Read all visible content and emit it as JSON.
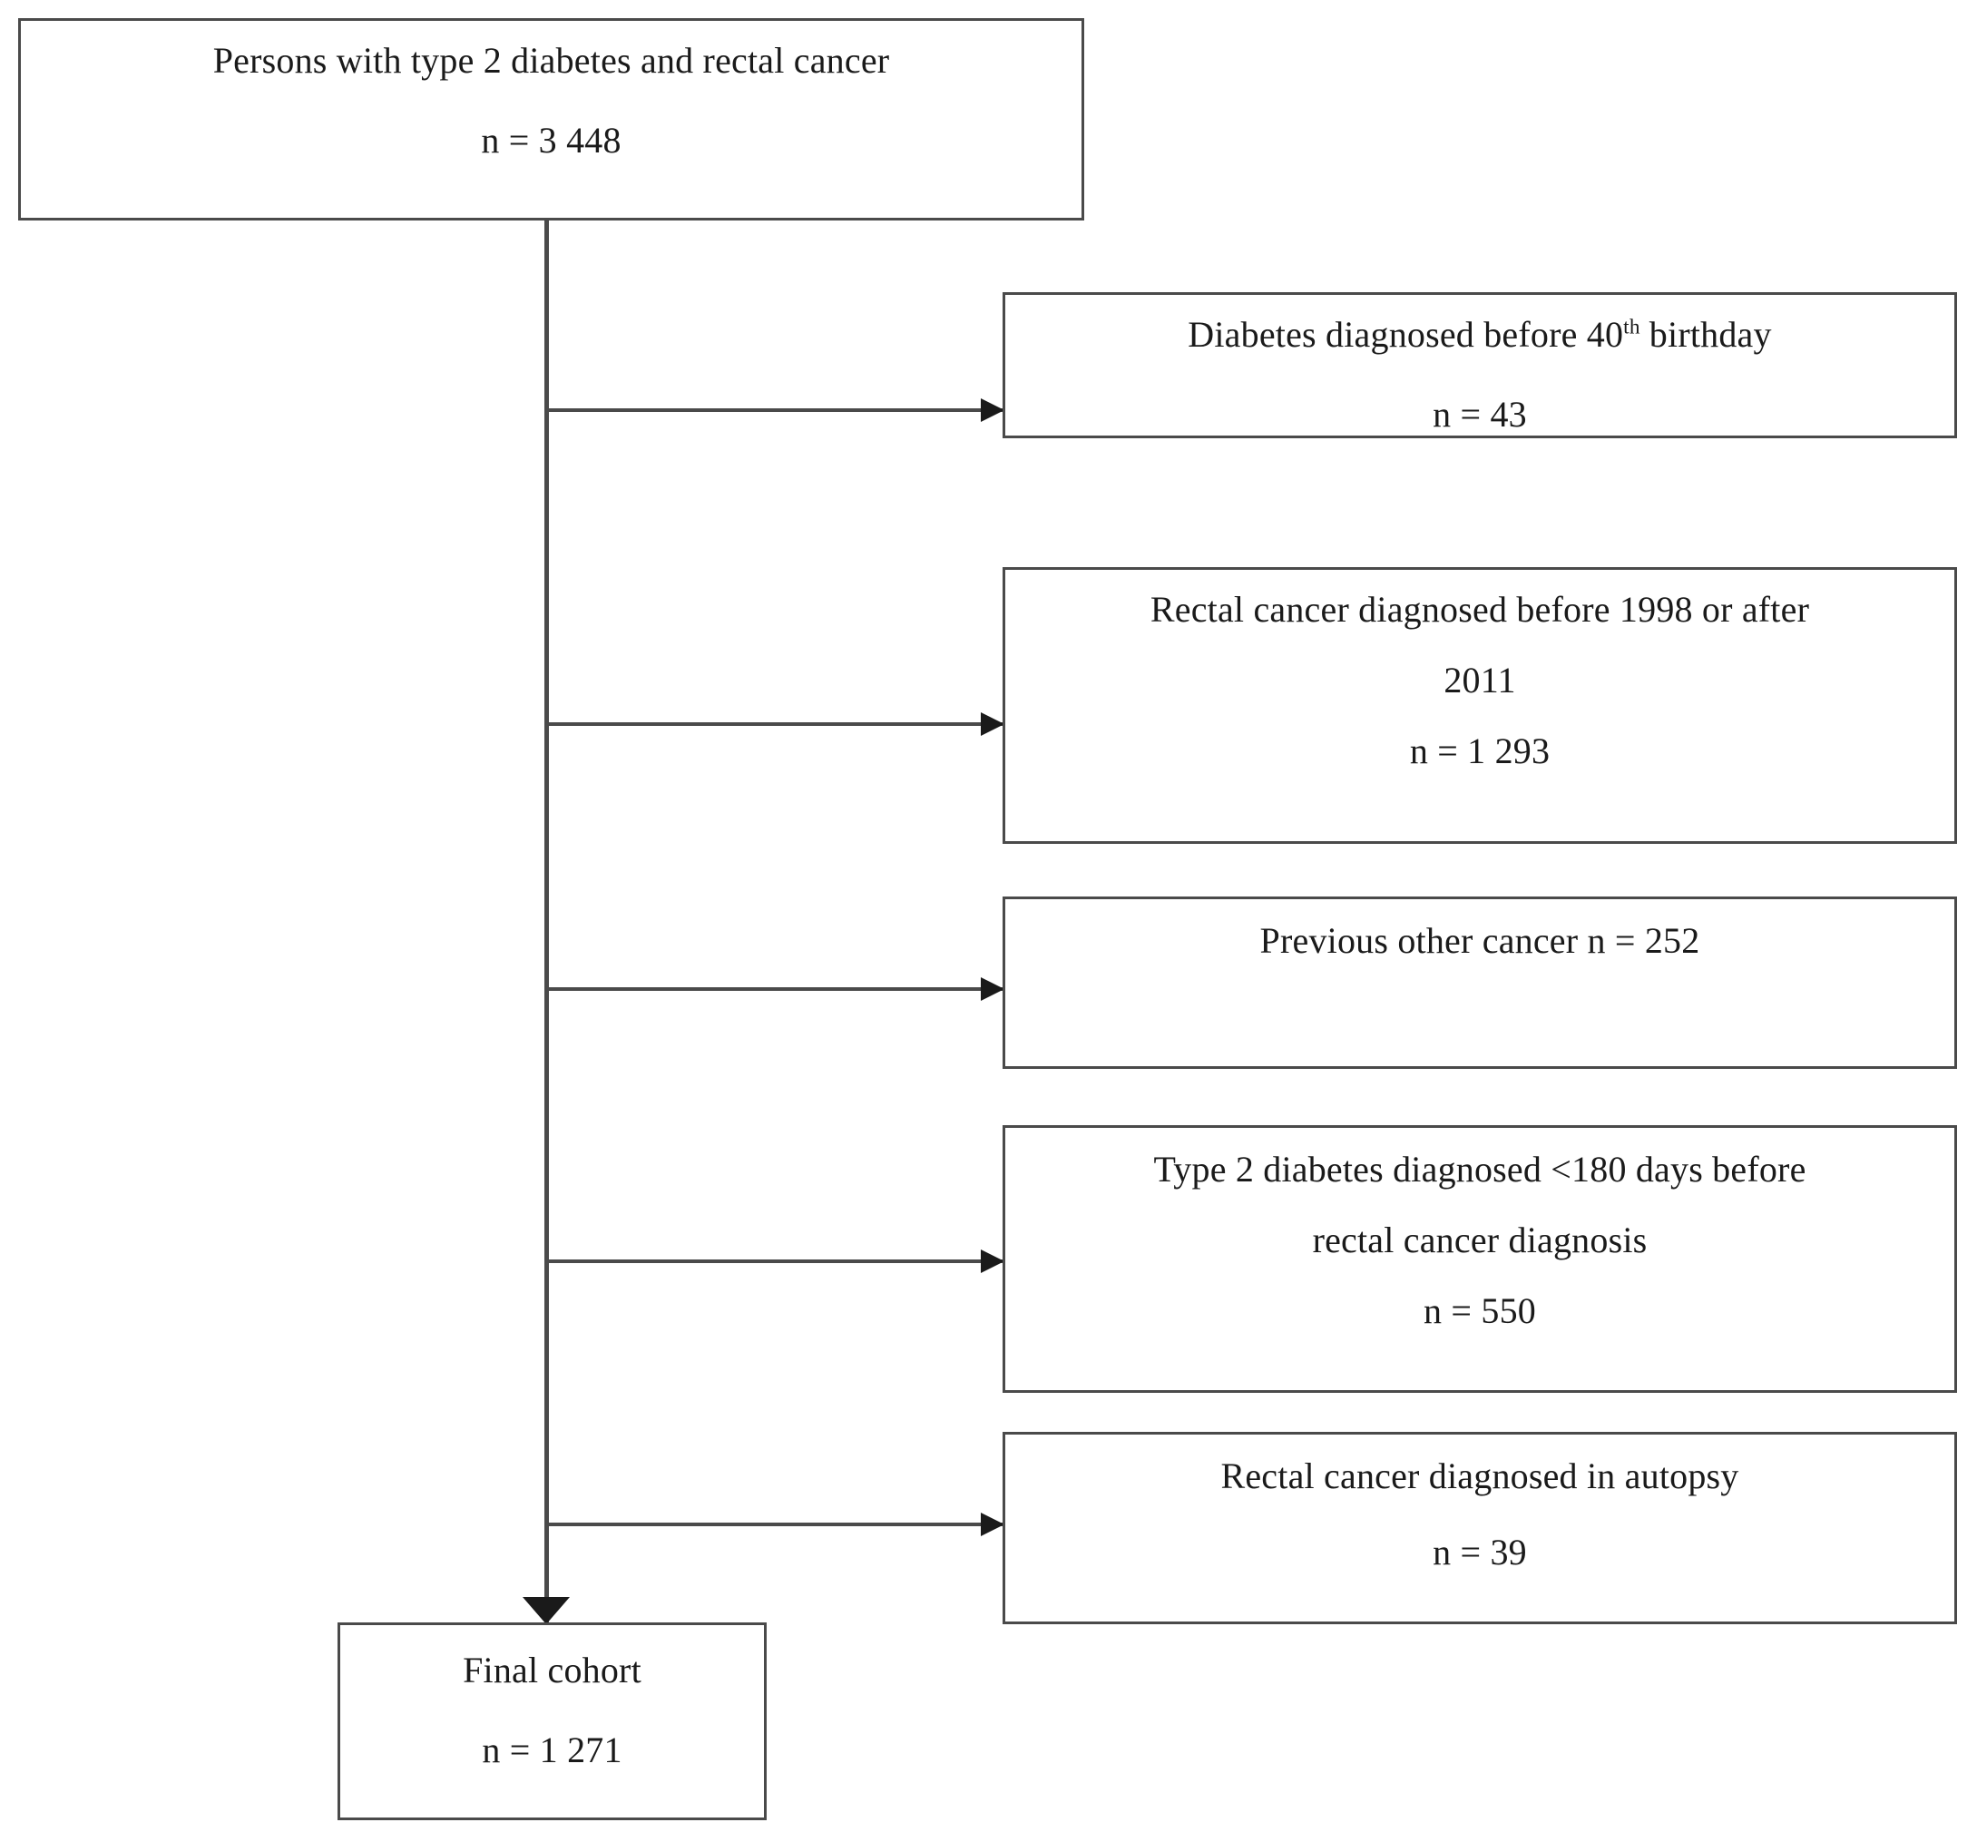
{
  "diagram": {
    "type": "flowchart-cohort-selection",
    "source_box": {
      "label": "Persons with type 2 diabetes and rectal cancer",
      "count_label": "n = 3 448",
      "n": 3448
    },
    "exclusions": [
      {
        "line_1": "Diabetes diagnosed before 40",
        "superscript": "th",
        "line_1_tail": " birthday",
        "line_2": "",
        "count_label": "n = 43",
        "n": 43
      },
      {
        "line_1": "Rectal cancer diagnosed before 1998 or after",
        "superscript": "",
        "line_1_tail": "",
        "line_2": "2011",
        "count_label": "n = 1 293",
        "n": 1293
      },
      {
        "line_1": "Previous other cancer n = 252",
        "superscript": "",
        "line_1_tail": "",
        "line_2": "",
        "count_label": "",
        "n": 252
      },
      {
        "line_1": "Type 2 diabetes diagnosed <180 days before",
        "superscript": "",
        "line_1_tail": "",
        "line_2": "rectal cancer diagnosis",
        "count_label": "n = 550",
        "n": 550
      },
      {
        "line_1": "Rectal cancer diagnosed in autopsy",
        "superscript": "",
        "line_1_tail": "",
        "line_2": "",
        "count_label": "n = 39",
        "n": 39
      }
    ],
    "final_box": {
      "label": "Final cohort",
      "count_label": "n = 1 271",
      "n": 1271
    },
    "colors": {
      "box_border": "#4a4a4a",
      "connector": "#4a4a4a",
      "arrowhead": "#1a1a1a",
      "text": "#1a1a1a",
      "background": "#ffffff"
    }
  }
}
